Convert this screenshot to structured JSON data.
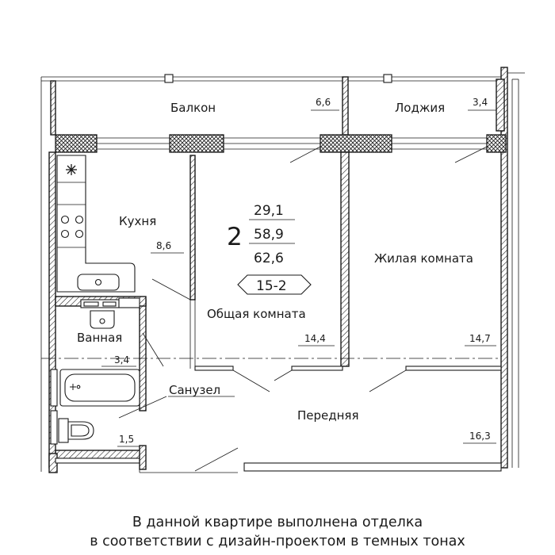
{
  "plan": {
    "rooms": {
      "balcony": {
        "name": "Балкон",
        "area": "6,6"
      },
      "loggia": {
        "name": "Лоджия",
        "area": "3,4"
      },
      "kitchen": {
        "name": "Кухня",
        "area": "8,6"
      },
      "common_room": {
        "name": "Общая комната",
        "area": "14,4"
      },
      "living_room": {
        "name": "Жилая комната",
        "area": "14,7"
      },
      "bathroom": {
        "name": "Ванная",
        "area": "3,4"
      },
      "toilet": {
        "name": "Санузел",
        "area": "1,5"
      },
      "hallway": {
        "name": "Передняя",
        "area": "16,3"
      }
    },
    "summary": {
      "rooms_count": "2",
      "living_area": "29,1",
      "total_area": "58,9",
      "total_area_with_outdoor": "62,6",
      "apartment_type": "15-2"
    }
  },
  "caption": {
    "line1": "В данной квартире выполнена отделка",
    "line2": "в соответствии с дизайн-проектом в темных тонах"
  }
}
